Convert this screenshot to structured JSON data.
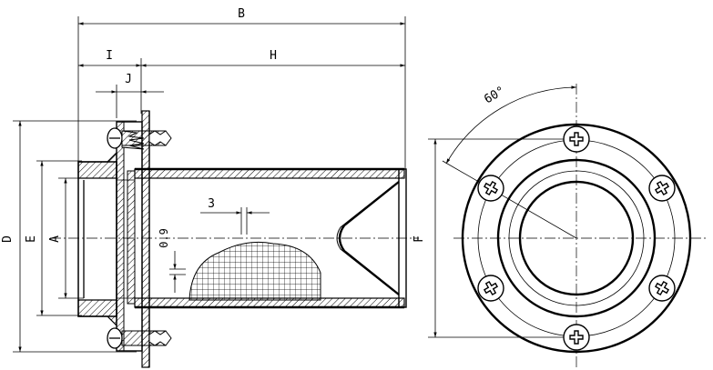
{
  "labels": {
    "B": "B",
    "I": "I",
    "H": "H",
    "J": "J",
    "D": "D",
    "E": "E",
    "A": "A",
    "F": "F",
    "mesh_pitch": "3",
    "wire_dia": "0.9",
    "angle": "60°"
  }
}
